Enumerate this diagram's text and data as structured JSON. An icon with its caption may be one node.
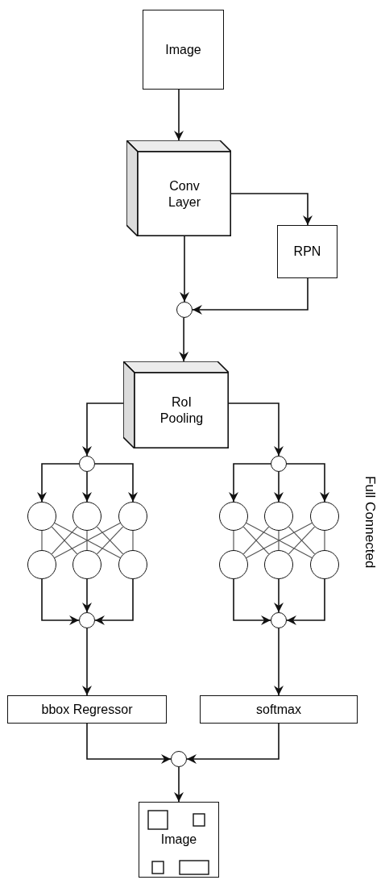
{
  "diagram": {
    "nodes": [
      {
        "text": [
          "Image"
        ]
      },
      {
        "text": [
          "Conv Layer"
        ]
      },
      {
        "text": [
          "RPN"
        ]
      },
      {
        "text": [],
        "shape": "circle"
      },
      {
        "text": [
          "RoI Pooling"
        ]
      },
      {
        "text": [],
        "shape": "circle"
      },
      {
        "text": [],
        "shape": "circle"
      },
      {
        "text": [],
        "shape": "circle"
      },
      {
        "text": [],
        "shape": "circle"
      },
      {
        "text": [],
        "shape": "circle"
      },
      {
        "text": [],
        "shape": "circle"
      },
      {
        "text": [],
        "shape": "circle"
      },
      {
        "text": [],
        "shape": "circle"
      },
      {
        "text": [],
        "shape": "circle"
      },
      {
        "text": [],
        "shape": "circle"
      },
      {
        "text": [],
        "shape": "circle"
      },
      {
        "text": [],
        "shape": "circle"
      },
      {
        "text": [],
        "shape": "circle"
      },
      {
        "text": [],
        "shape": "circle"
      },
      {
        "text": [],
        "shape": "circle"
      },
      {
        "text": [],
        "shape": "circle"
      },
      {
        "text": [
          "bbox Regressor"
        ]
      },
      {
        "text": [
          "softmax"
        ]
      },
      {
        "text": [],
        "shape": "circle"
      },
      {
        "text": [
          "Image"
        ]
      }
    ],
    "edges": [
      {
        "from": 0,
        "to": 1,
        "arrow": "to"
      },
      {
        "from": 1,
        "to": 2,
        "arrow": "to"
      },
      {
        "from": 1,
        "to": 3,
        "arrow": "to"
      },
      {
        "from": 2,
        "to": 3,
        "arrow": "to"
      },
      {
        "from": 3,
        "to": 4,
        "arrow": "to"
      },
      {
        "from": 4,
        "to": 5,
        "arrow": "to"
      },
      {
        "from": 4,
        "to": 6,
        "arrow": "to"
      },
      {
        "from": 5,
        "to": 7,
        "arrow": "to"
      },
      {
        "from": 5,
        "to": 8,
        "arrow": "to"
      },
      {
        "from": 5,
        "to": 9,
        "arrow": "to"
      },
      {
        "from": 6,
        "to": 10,
        "arrow": "to"
      },
      {
        "from": 6,
        "to": 11,
        "arrow": "to"
      },
      {
        "from": 6,
        "to": 12,
        "arrow": "to"
      },
      {
        "from": 7,
        "to": 13,
        "arrow": "none",
        "color": "#555555"
      },
      {
        "from": 7,
        "to": 14,
        "arrow": "none",
        "color": "#555555"
      },
      {
        "from": 7,
        "to": 15,
        "arrow": "none",
        "color": "#555555"
      },
      {
        "from": 8,
        "to": 13,
        "arrow": "none",
        "color": "#555555"
      },
      {
        "from": 8,
        "to": 14,
        "arrow": "none",
        "color": "#555555"
      },
      {
        "from": 8,
        "to": 15,
        "arrow": "none",
        "color": "#555555"
      },
      {
        "from": 9,
        "to": 13,
        "arrow": "none",
        "color": "#555555"
      },
      {
        "from": 9,
        "to": 14,
        "arrow": "none",
        "color": "#555555"
      },
      {
        "from": 9,
        "to": 15,
        "arrow": "none",
        "color": "#555555"
      },
      {
        "from": 10,
        "to": 16,
        "arrow": "none",
        "color": "#555555"
      },
      {
        "from": 10,
        "to": 17,
        "arrow": "none",
        "color": "#555555"
      },
      {
        "from": 10,
        "to": 18,
        "arrow": "none",
        "color": "#555555"
      },
      {
        "from": 11,
        "to": 16,
        "arrow": "none",
        "color": "#555555"
      },
      {
        "from": 11,
        "to": 17,
        "arrow": "none",
        "color": "#555555"
      },
      {
        "from": 11,
        "to": 18,
        "arrow": "none",
        "color": "#555555"
      },
      {
        "from": 12,
        "to": 16,
        "arrow": "none",
        "color": "#555555"
      },
      {
        "from": 12,
        "to": 17,
        "arrow": "none",
        "color": "#555555"
      },
      {
        "from": 12,
        "to": 18,
        "arrow": "none",
        "color": "#555555"
      },
      {
        "from": 13,
        "to": 19,
        "arrow": "to"
      },
      {
        "from": 14,
        "to": 19,
        "arrow": "to"
      },
      {
        "from": 15,
        "to": 19,
        "arrow": "to"
      },
      {
        "from": 16,
        "to": 20,
        "arrow": "to"
      },
      {
        "from": 17,
        "to": 20,
        "arrow": "to"
      },
      {
        "from": 18,
        "to": 20,
        "arrow": "to"
      },
      {
        "from": 19,
        "to": 21,
        "arrow": "to"
      },
      {
        "from": 20,
        "to": 22,
        "arrow": "to"
      },
      {
        "from": 21,
        "to": 23,
        "arrow": "to"
      },
      {
        "from": 22,
        "to": 23,
        "arrow": "to"
      },
      {
        "from": 23,
        "to": 24,
        "arrow": "to"
      }
    ],
    "labels": [
      "Full Connected"
    ]
  }
}
